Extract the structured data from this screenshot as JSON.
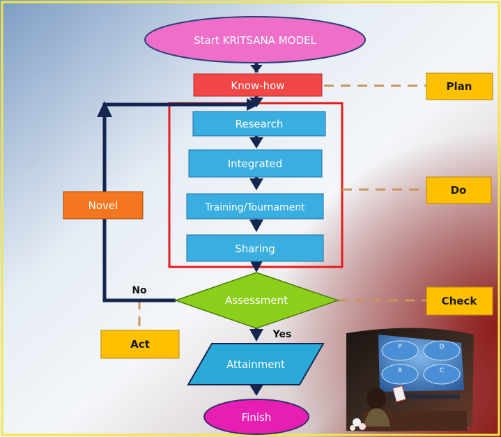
{
  "nodes": {
    "start": "Start KRITSANA MODEL",
    "knowhow": "Know-how",
    "research": "Research",
    "integrated": "Integrated",
    "training": "Training/Tournament",
    "sharing": "Sharing",
    "assessment": "Assessment",
    "attainment": "Attainment",
    "finish": "Finish",
    "novel": "Novel"
  },
  "labels": {
    "no": "No",
    "yes": "Yes"
  },
  "pdca": {
    "plan": "Plan",
    "do": "Do",
    "check": "Check",
    "act": "Act"
  },
  "photo": {
    "quad_p": "P",
    "quad_d": "D",
    "quad_a": "A",
    "quad_c": "C"
  },
  "colors": {
    "start_fill": "#ee6ec8",
    "knowhow_fill": "#f24747",
    "step_fill": "#3aaee0",
    "assessment_fill": "#8ccf1a",
    "attainment_fill": "#2aa8d8",
    "finish_fill": "#e61fb2",
    "novel_fill": "#f4761f",
    "pdca_fill": "#ffc000",
    "frame_red": "#e31c1c",
    "arrow_navy": "#14264f",
    "dash_tan": "#c8955a"
  }
}
